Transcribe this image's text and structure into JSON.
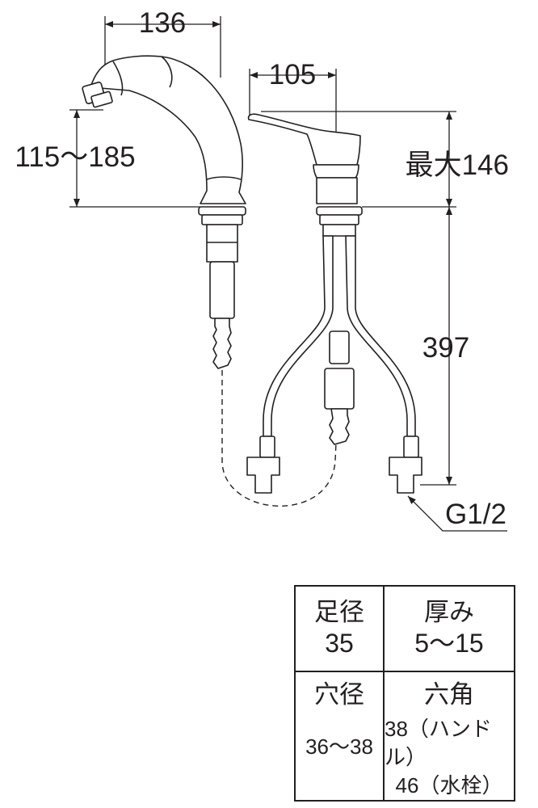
{
  "dimensions": {
    "spout_reach": "136",
    "spout_height": "115～185",
    "lever_reach": "105",
    "max_height": "最大146",
    "hose_length": "397",
    "thread": "G1/2"
  },
  "specs": {
    "foot_diameter_label": "足径",
    "foot_diameter_value": "35",
    "thickness_label": "厚み",
    "thickness_value": "5～15",
    "hole_diameter_label": "穴径",
    "hole_diameter_value": "36～38",
    "hex_label": "六角",
    "hex_handle": "38（ハンドル）",
    "hex_faucet": "46（水栓）"
  }
}
